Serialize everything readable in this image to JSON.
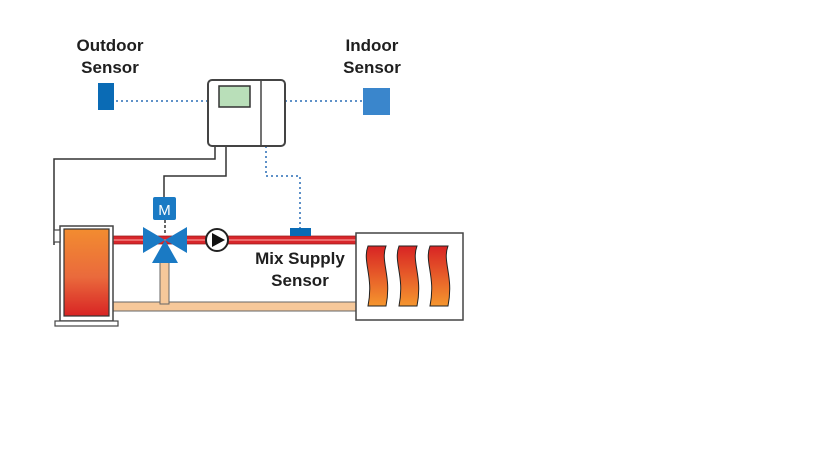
{
  "labels": {
    "outdoor_sensor": [
      "Outdoor",
      "Sensor"
    ],
    "indoor_sensor": [
      "Indoor",
      "Sensor"
    ],
    "mix_supply_sensor": [
      "Mix Supply",
      "Sensor"
    ],
    "motor": "M"
  },
  "colors": {
    "sensor_blue": "#0a6bb5",
    "indoor_blue": "#3a86cc",
    "display_green": "#b9dfb9",
    "supply_red": "#d8262b",
    "return_tan": "#f6c89a",
    "valve_blue": "#1a7ac4",
    "wire": "#333333",
    "signal_dotted": "#2a6db5"
  }
}
